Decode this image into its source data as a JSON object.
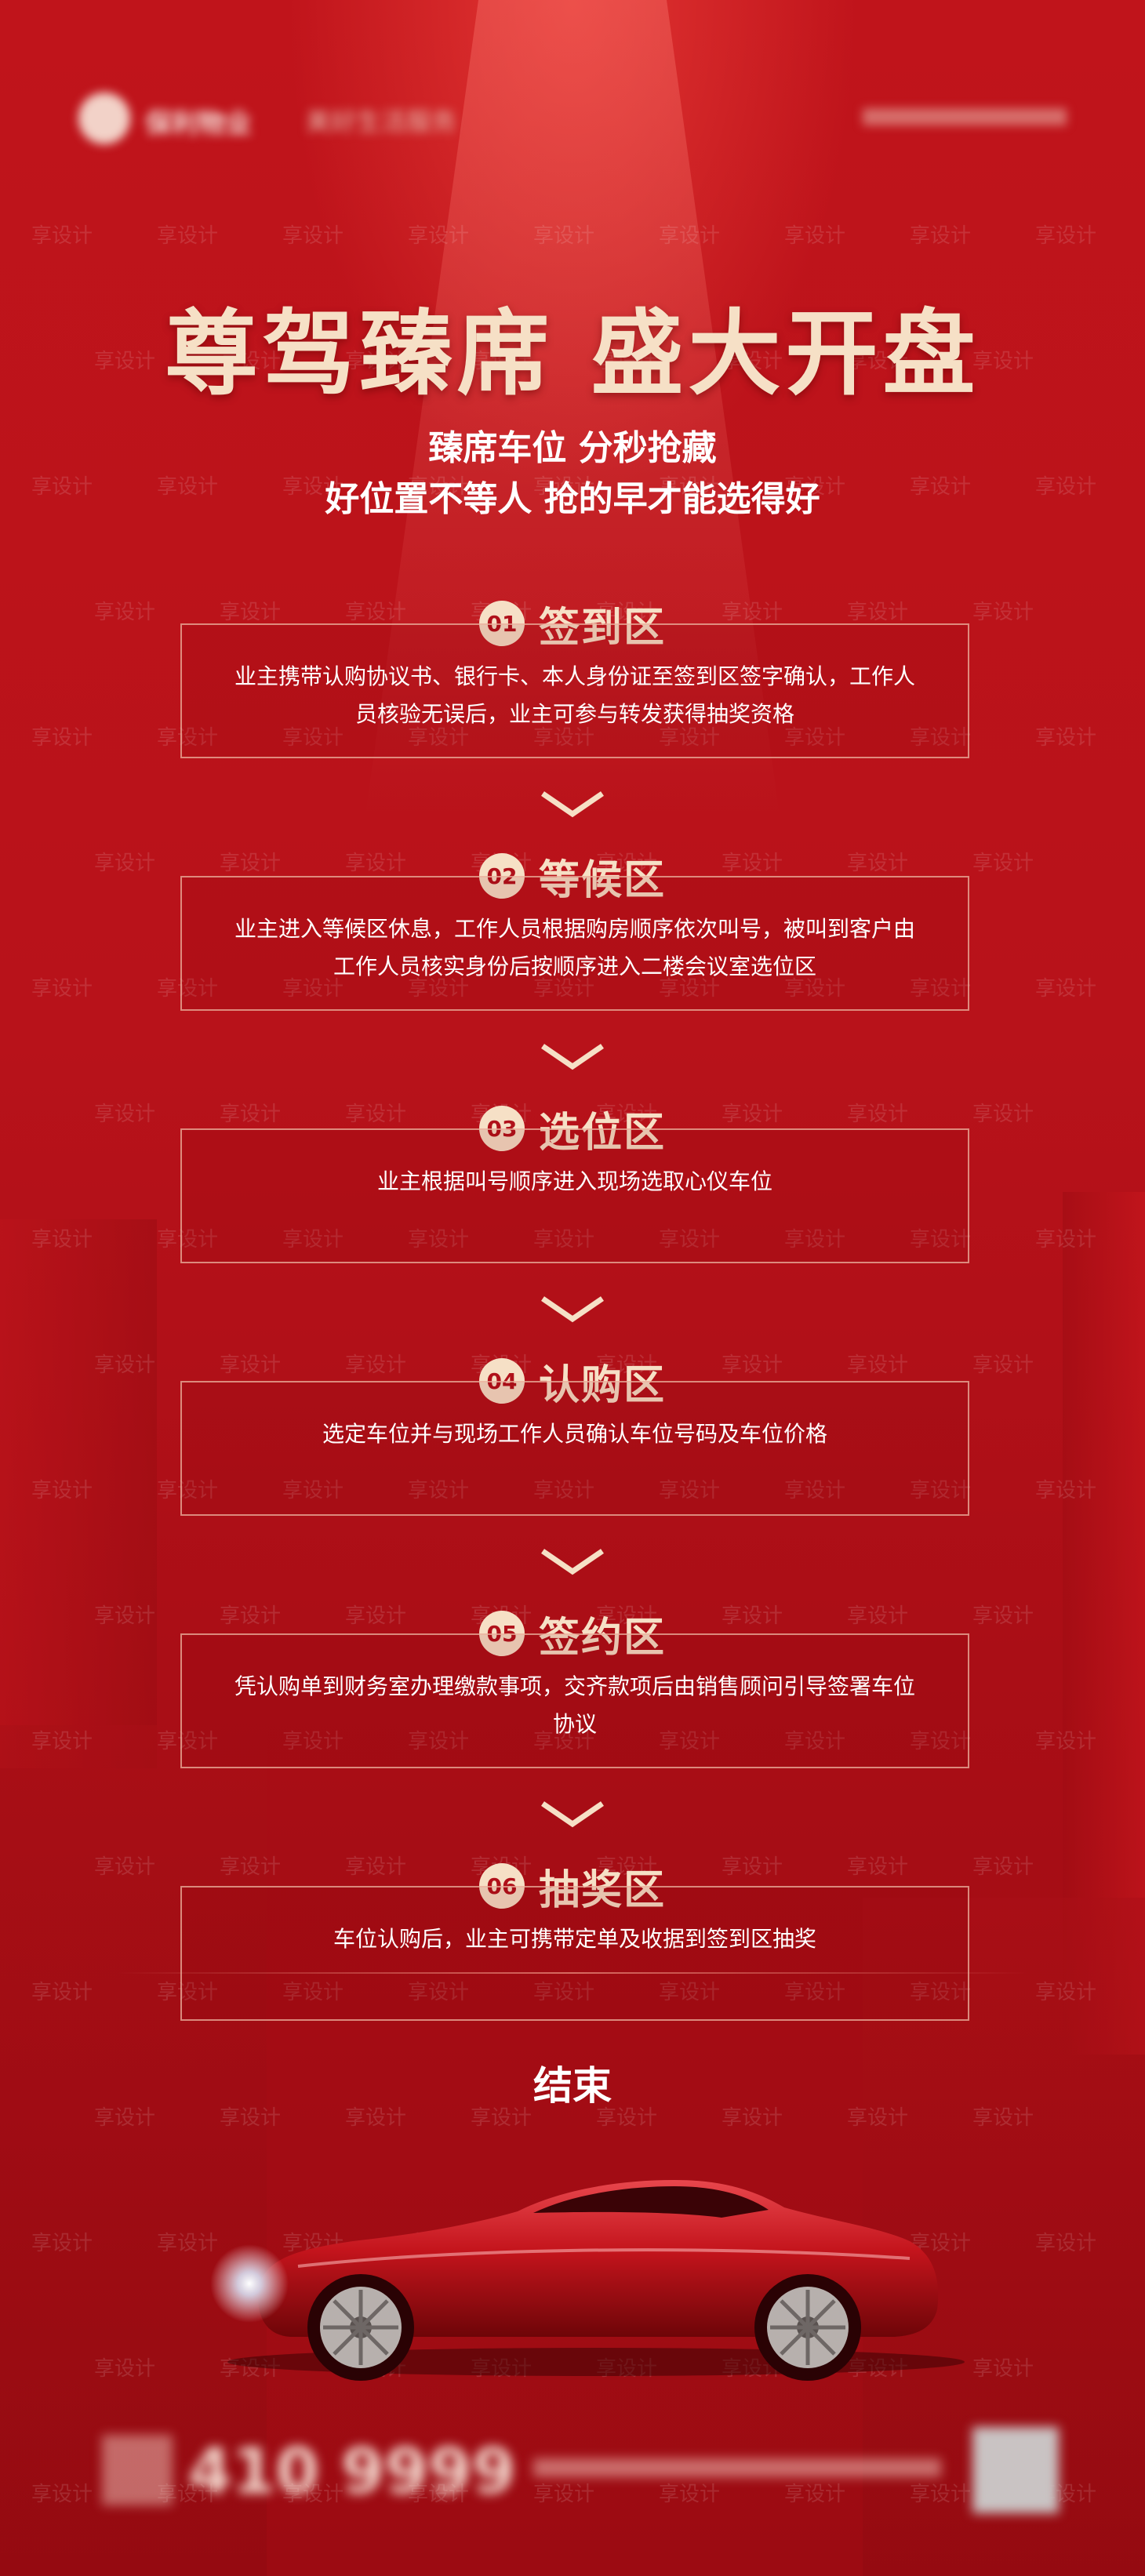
{
  "header": {
    "brand_name": "保利物业",
    "brand_sub": "美好生活服务"
  },
  "title": "尊驾臻席 盛大开盘",
  "subtitle_line1": "臻席车位 分秒抢藏",
  "subtitle_line2": "好位置不等人 抢的早才能选得好",
  "steps": [
    {
      "num": "01",
      "name": "签到区",
      "desc": "业主携带认购协议书、银行卡、本人身份证至签到区签字确认，工作人员核验无误后，业主可参与转发获得抽奖资格"
    },
    {
      "num": "02",
      "name": "等候区",
      "desc": "业主进入等候区休息，工作人员根据购房顺序依次叫号，被叫到客户由工作人员核实身份后按顺序进入二楼会议室选位区"
    },
    {
      "num": "03",
      "name": "选位区",
      "desc": "业主根据叫号顺序进入现场选取心仪车位"
    },
    {
      "num": "04",
      "name": "认购区",
      "desc": "选定车位并与现场工作人员确认车位号码及车位价格"
    },
    {
      "num": "05",
      "name": "签约区",
      "desc": "凭认购单到财务室办理缴款事项，交齐款项后由销售顾问引导签署车位协议"
    },
    {
      "num": "06",
      "name": "抽奖区",
      "desc": "车位认购后，业主可携带定单及收据到签到区抽奖"
    }
  ],
  "end_label": "结束",
  "footer": {
    "phone": "410 9999"
  },
  "watermark": "享设计",
  "colors": {
    "background": "#b8121a",
    "accent_gold": "#f6e0c6",
    "box_border": "#eeb4a0"
  }
}
